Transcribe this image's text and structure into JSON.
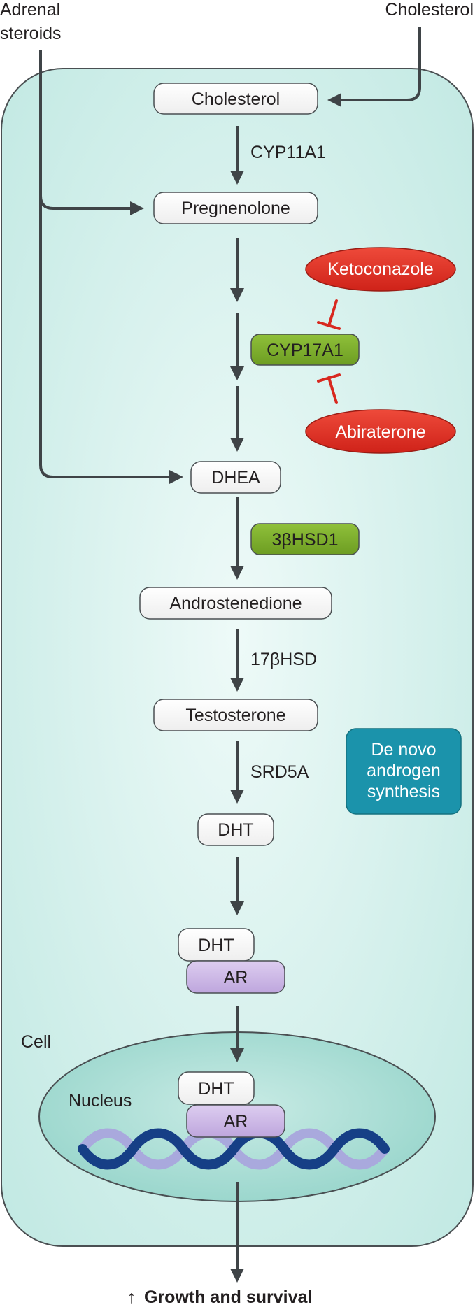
{
  "labels": {
    "adrenal_line1": "Adrenal",
    "adrenal_line2": "steroids",
    "cholesterol_external": "Cholesterol",
    "cholesterol": "Cholesterol",
    "cyp11a1": "CYP11A1",
    "pregnenolone": "Pregnenolone",
    "ketoconazole": "Ketoconazole",
    "cyp17a1": "CYP17A1",
    "abiraterone": "Abiraterone",
    "dhea": "DHEA",
    "hsd3b1": "3βHSD1",
    "androstenedione": "Androstenedione",
    "hsd17b": "17βHSD",
    "testosterone": "Testosterone",
    "srd5a": "SRD5A",
    "de_novo_line1": "De novo",
    "de_novo_line2": "androgen",
    "de_novo_line3": "synthesis",
    "dht": "DHT",
    "dht_bound": "DHT",
    "ar": "AR",
    "cell": "Cell",
    "nucleus": "Nucleus",
    "dht_nuclear": "DHT",
    "ar_nuclear": "AR",
    "growth_arrow": "↑",
    "growth": "Growth and survival"
  },
  "colors": {
    "cell_fill": "#cfeeea",
    "cell_stroke": "#4a4f52",
    "nucleus_fill": "#a9ddd5",
    "arrow": "#3f4447",
    "inhibit": "#d8281f",
    "drug_red": "#e02a1e",
    "enzyme_green": "#7aac2a",
    "de_novo_teal": "#1b93ab",
    "ar_purple": "#cbb6e5",
    "dna_dark": "#163f86",
    "dna_light": "#a9a9dd"
  }
}
